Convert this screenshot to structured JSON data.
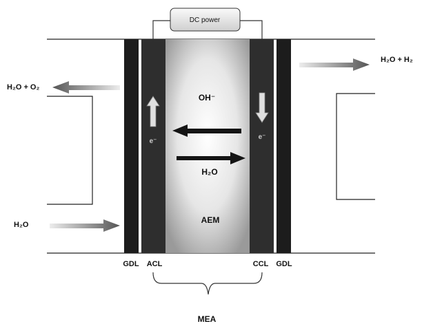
{
  "power": {
    "label": "DC power"
  },
  "left_side": {
    "outlet_label": "H₂O + O₂",
    "inlet_label": "H₂O"
  },
  "right_side": {
    "outlet_label": "H₂O + H₂"
  },
  "membrane": {
    "ion_label": "OH⁻",
    "water_label": "H₂O",
    "name_label": "AEM"
  },
  "electrons": {
    "anode_label": "e⁻",
    "cathode_label": "e⁻"
  },
  "layers": {
    "gdl_left": "GDL",
    "acl": "ACL",
    "ccl": "CCL",
    "gdl_right": "GDL"
  },
  "assembly": {
    "label": "MEA"
  }
}
